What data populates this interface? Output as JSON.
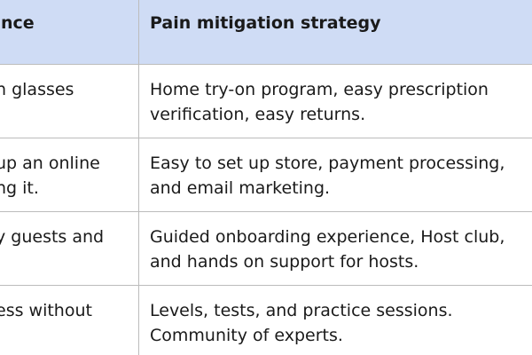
{
  "table": {
    "headers": {
      "left": "nce",
      "right": "Pain mitigation strategy"
    },
    "rows": [
      {
        "left": "n glasses",
        "right": "Home try-on program, easy prescription verification, easy returns."
      },
      {
        "left": "up an online\nng it.",
        "right": "Easy to set up store, payment processing, and email marketing."
      },
      {
        "left": "y guests and",
        "right": "Guided onboarding experience, Host club, and hands on support for hosts."
      },
      {
        "left": "ess without",
        "right": "Levels, tests, and practice sessions. Community of experts."
      }
    ]
  }
}
